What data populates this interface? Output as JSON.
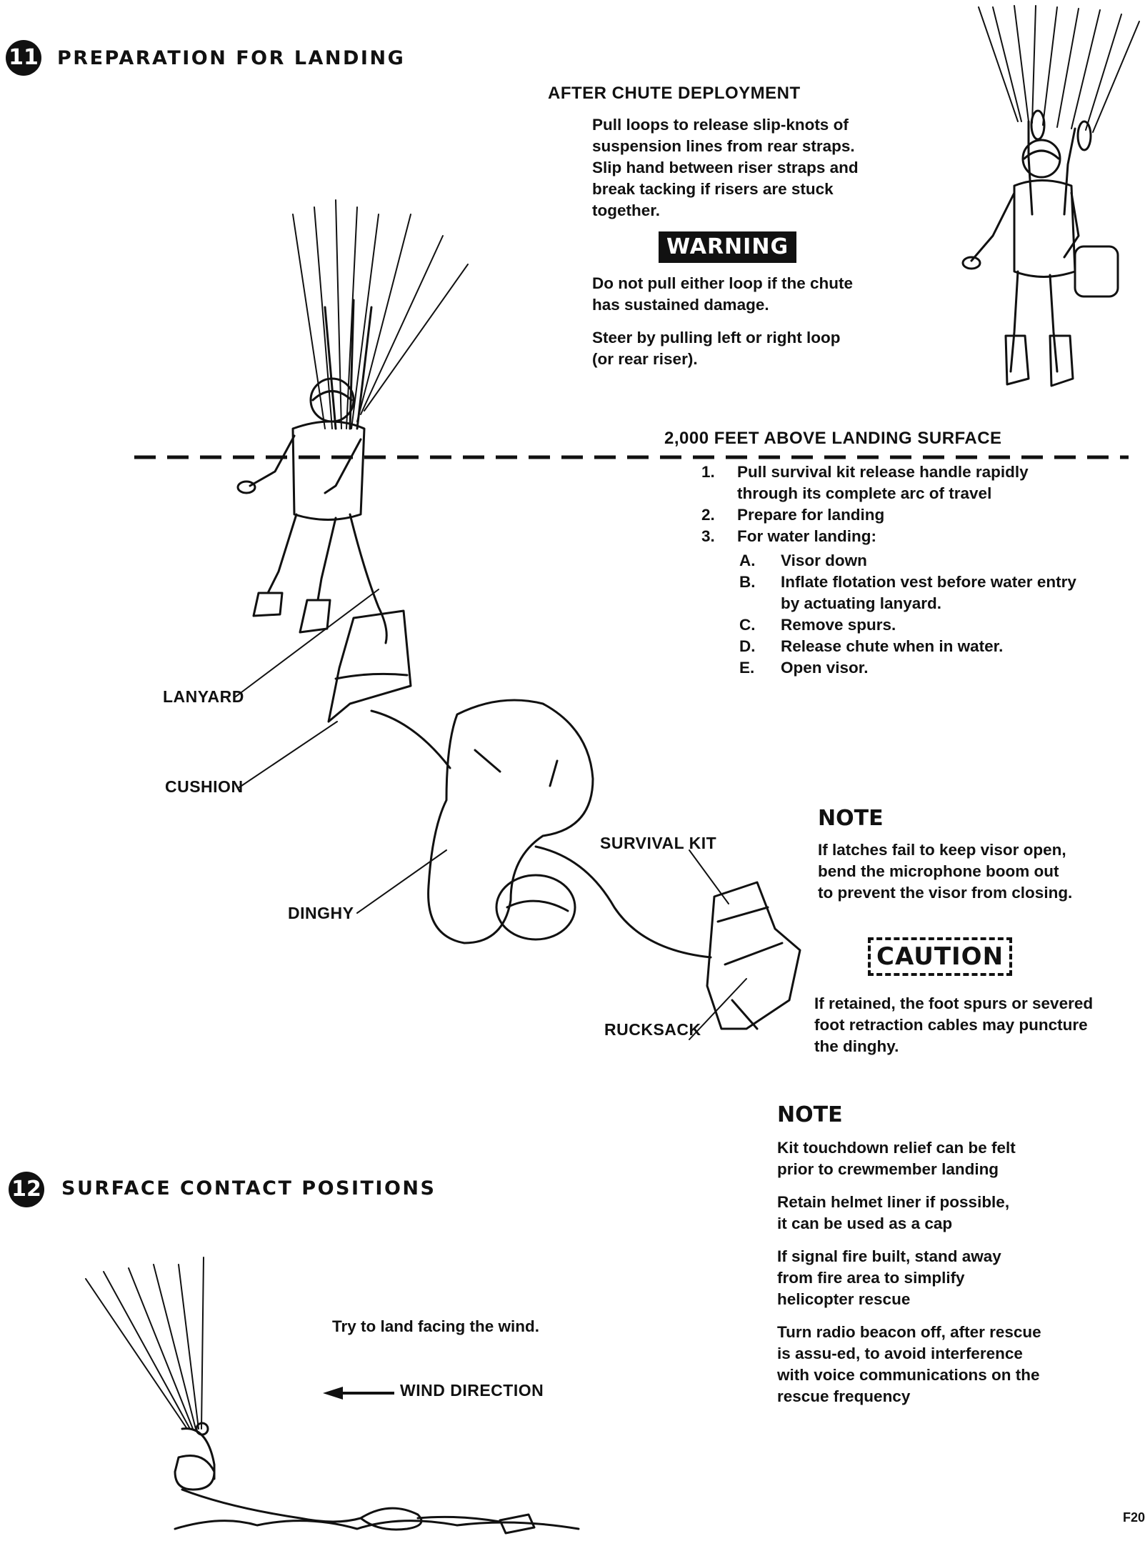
{
  "section11": {
    "number": "11",
    "title": "PREPARATION FOR LANDING",
    "after_deploy": {
      "heading": "AFTER CHUTE DEPLOYMENT",
      "lines": [
        "Pull loops to release slip-knots of",
        "suspension lines from rear straps.",
        "Slip hand between riser straps and",
        "break tacking if risers are stuck",
        "together."
      ],
      "warning_label": "WARNING",
      "warning_lines": [
        "Do not pull either loop if the chute",
        "has sustained damage."
      ],
      "steer_lines": [
        "Steer by pulling left or right loop",
        "(or rear riser)."
      ]
    },
    "altitude": {
      "heading": "2,000 FEET ABOVE LANDING SURFACE",
      "steps": [
        {
          "n": "1.",
          "lines": [
            "Pull survival kit release handle rapidly",
            "through its complete arc of travel"
          ]
        },
        {
          "n": "2.",
          "lines": [
            "Prepare for landing"
          ]
        },
        {
          "n": "3.",
          "lines": [
            "For water landing:"
          ]
        }
      ],
      "substeps": [
        {
          "n": "A.",
          "lines": [
            "Visor down"
          ]
        },
        {
          "n": "B.",
          "lines": [
            "Inflate flotation vest before water entry",
            "by actuating lanyard."
          ]
        },
        {
          "n": "C.",
          "lines": [
            "Remove spurs."
          ]
        },
        {
          "n": "D.",
          "lines": [
            "Release chute when in water."
          ]
        },
        {
          "n": "E.",
          "lines": [
            "Open visor."
          ]
        }
      ]
    },
    "callouts": {
      "lanyard": "LANYARD",
      "cushion": "CUSHION",
      "dinghy": "DINGHY",
      "survival_kit": "SURVIVAL KIT",
      "rucksack": "RUCKSACK"
    },
    "note1": {
      "label": "NOTE",
      "lines": [
        "If latches fail to keep visor open,",
        "bend the microphone boom out",
        "to prevent the visor from closing."
      ]
    },
    "caution": {
      "label": "CAUTION",
      "lines": [
        "If retained, the foot spurs or severed",
        "foot retraction cables may puncture",
        "the dinghy."
      ]
    }
  },
  "section12": {
    "number": "12",
    "title": "SURFACE CONTACT POSITIONS",
    "land_tip": "Try to land facing the wind.",
    "wind_label": "WIND DIRECTION",
    "note2": {
      "label": "NOTE",
      "paragraphs": [
        [
          "Kit touchdown relief can be felt",
          "prior to crewmember landing"
        ],
        [
          "Retain helmet liner if possible,",
          "it can be used as a cap"
        ],
        [
          "If signal fire built, stand away",
          "from fire area to simplify",
          "helicopter rescue"
        ],
        [
          "Turn radio beacon off, after rescue",
          "is assu-ed, to avoid interference",
          "with voice communications on the",
          "rescue frequency"
        ]
      ]
    }
  },
  "page_tag": "F20"
}
